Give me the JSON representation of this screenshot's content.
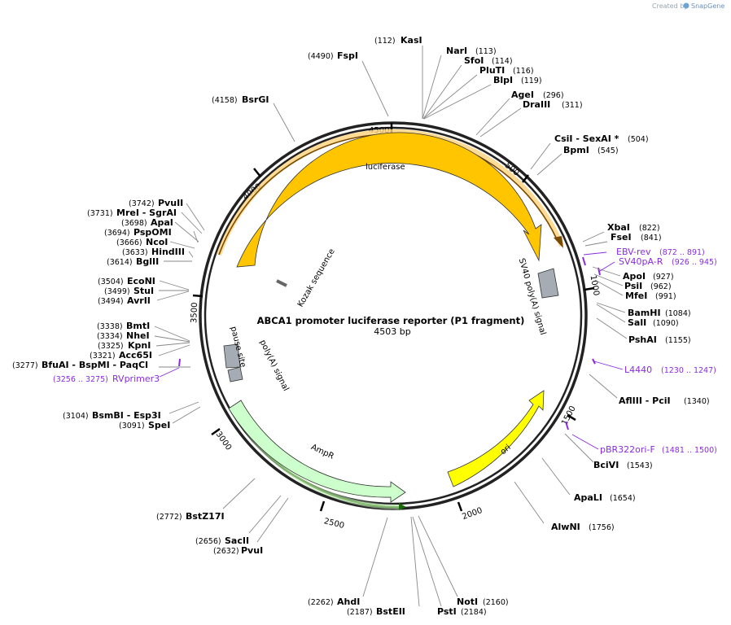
{
  "branding": {
    "prefix": "Created by",
    "name": "SnapGene"
  },
  "plasmid": {
    "name": "ABCA1 promoter luciferase reporter (P1 fragment)",
    "length_label": "4503 bp",
    "total_bp": 4503
  },
  "ticks": [
    {
      "bp": 500,
      "label": "500"
    },
    {
      "bp": 1000,
      "label": "1000"
    },
    {
      "bp": 1500,
      "label": "1500"
    },
    {
      "bp": 2000,
      "label": "2000"
    },
    {
      "bp": 2500,
      "label": "2500"
    },
    {
      "bp": 3000,
      "label": "3000"
    },
    {
      "bp": 3500,
      "label": "3500"
    },
    {
      "bp": 4000,
      "label": "4000"
    },
    {
      "bp": 4500,
      "label": "4500"
    }
  ],
  "features": [
    {
      "id": "luciferase",
      "label": "luciferase",
      "color": "#ffc600"
    },
    {
      "id": "ori",
      "label": "ori",
      "color": "#ffff00"
    },
    {
      "id": "ampr",
      "label": "AmpR",
      "color": "#ccffcc"
    },
    {
      "id": "sv40",
      "label": "SV40 poly(A) signal",
      "color": "#a6acb3"
    },
    {
      "id": "polya",
      "label": "poly(A) signal",
      "color": "#a6acb3"
    },
    {
      "id": "pause",
      "label": "pause site",
      "color": "#a6acb3"
    },
    {
      "id": "kozak",
      "label": "Kozak sequence",
      "color": "#808080"
    }
  ],
  "sites": [
    {
      "name": "KasI",
      "pos": "(112)"
    },
    {
      "name": "NarI",
      "pos": "(113)"
    },
    {
      "name": "SfoI",
      "pos": "(114)"
    },
    {
      "name": "PluTI",
      "pos": "(116)"
    },
    {
      "name": "BlpI",
      "pos": "(119)"
    },
    {
      "name": "AgeI",
      "pos": "(296)"
    },
    {
      "name": "DraIII",
      "pos": "(311)"
    },
    {
      "name": "CsiI   - SexAI *",
      "pos": "(504)"
    },
    {
      "name": "BpmI",
      "pos": "(545)"
    },
    {
      "name": "XbaI",
      "pos": "(822)"
    },
    {
      "name": "FseI",
      "pos": "(841)"
    },
    {
      "name": "ApoI",
      "pos": "(927)"
    },
    {
      "name": "PsiI",
      "pos": "(962)"
    },
    {
      "name": "MfeI",
      "pos": "(991)"
    },
    {
      "name": "BamHI",
      "pos": "(1084)"
    },
    {
      "name": "SalI",
      "pos": "(1090)"
    },
    {
      "name": "PshAI",
      "pos": "(1155)"
    },
    {
      "name": "AflIII   - PciI",
      "pos": "(1340)"
    },
    {
      "name": "BciVI",
      "pos": "(1543)"
    },
    {
      "name": "ApaLI",
      "pos": "(1654)"
    },
    {
      "name": "AlwNI",
      "pos": "(1756)"
    },
    {
      "name": "NotI",
      "pos": "(2160)"
    },
    {
      "name": "PstI",
      "pos": "(2184)"
    },
    {
      "name": "BstEII",
      "pos": "(2187)"
    },
    {
      "name": "AhdI",
      "pos": "(2262)"
    },
    {
      "name": "PvuI",
      "pos": "(2632)"
    },
    {
      "name": "SacII",
      "pos": "(2656)"
    },
    {
      "name": "BstZ17I",
      "pos": "(2772)"
    },
    {
      "name": "SpeI",
      "pos": "(3091)"
    },
    {
      "name": "BsmBI    - Esp3I",
      "pos": "(3104)"
    },
    {
      "name": "BfuAI    - BspMI    - PaqCI",
      "pos": "(3277)"
    },
    {
      "name": "Acc65I",
      "pos": "(3321)"
    },
    {
      "name": "KpnI",
      "pos": "(3325)"
    },
    {
      "name": "NheI",
      "pos": "(3334)"
    },
    {
      "name": "BmtI",
      "pos": "(3338)"
    },
    {
      "name": "AvrII",
      "pos": "(3494)"
    },
    {
      "name": "StuI",
      "pos": "(3499)"
    },
    {
      "name": "EcoNI",
      "pos": "(3504)"
    },
    {
      "name": "BglII",
      "pos": "(3614)"
    },
    {
      "name": "HindIII",
      "pos": "(3633)"
    },
    {
      "name": "NcoI",
      "pos": "(3666)"
    },
    {
      "name": "PspOMI",
      "pos": "(3694)"
    },
    {
      "name": "ApaI",
      "pos": "(3698)"
    },
    {
      "name": "MreI   - SgrAI",
      "pos": "(3731)"
    },
    {
      "name": "PvuII",
      "pos": "(3742)"
    },
    {
      "name": "BsrGI",
      "pos": "(4158)"
    },
    {
      "name": "FspI",
      "pos": "(4490)"
    }
  ],
  "primers": [
    {
      "name": "EBV-rev",
      "range": "(872 .. 891)"
    },
    {
      "name": "SV40pA-R",
      "range": "(926 .. 945)"
    },
    {
      "name": "L4440",
      "range": "(1230 .. 1247)"
    },
    {
      "name": "pBR322ori-F",
      "range": "(1481 .. 1500)"
    },
    {
      "name": "RVprimer3",
      "range": "(3256 .. 3275)"
    }
  ]
}
